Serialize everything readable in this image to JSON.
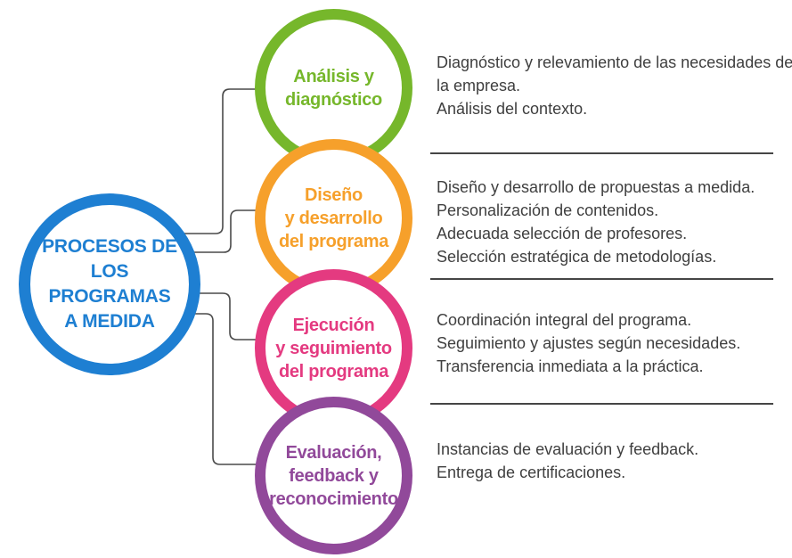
{
  "diagram": {
    "background": "#ffffff",
    "connector_color": "#4a4a4a",
    "separator_color": "#454545",
    "details_color": "#3f3f3f",
    "hub": {
      "label_lines": [
        "PROCESOS DE",
        "LOS PROGRAMAS",
        "A MEDIDA"
      ],
      "color": "#1e7fd2"
    },
    "steps": [
      {
        "label_lines": [
          "Análisis y",
          "diagnóstico",
          ""
        ],
        "color": "#76b72b",
        "details": [
          "Diagnóstico y relevamiento de las necesidades de la empresa.",
          "Análisis del contexto.",
          "",
          ""
        ]
      },
      {
        "label_lines": [
          "Diseño",
          "y desarrollo",
          "del programa"
        ],
        "color": "#f6a02b",
        "details": [
          "Diseño y desarrollo de propuestas a medida.",
          "Personalización de contenidos.",
          "Adecuada selección de profesores.",
          "Selección estratégica de metodologías."
        ]
      },
      {
        "label_lines": [
          "Ejecución",
          "y seguimiento",
          "del programa"
        ],
        "color": "#e43a80",
        "details": [
          "Coordinación integral del programa.",
          "Seguimiento y ajustes según necesidades.",
          "Transferencia inmediata a la práctica.",
          ""
        ]
      },
      {
        "label_lines": [
          "Evaluación,",
          "feedback y",
          "reconocimiento"
        ],
        "color": "#91499a",
        "details": [
          "Instancias de evaluación y feedback.",
          "Entrega de certificaciones.",
          "",
          ""
        ]
      }
    ]
  }
}
